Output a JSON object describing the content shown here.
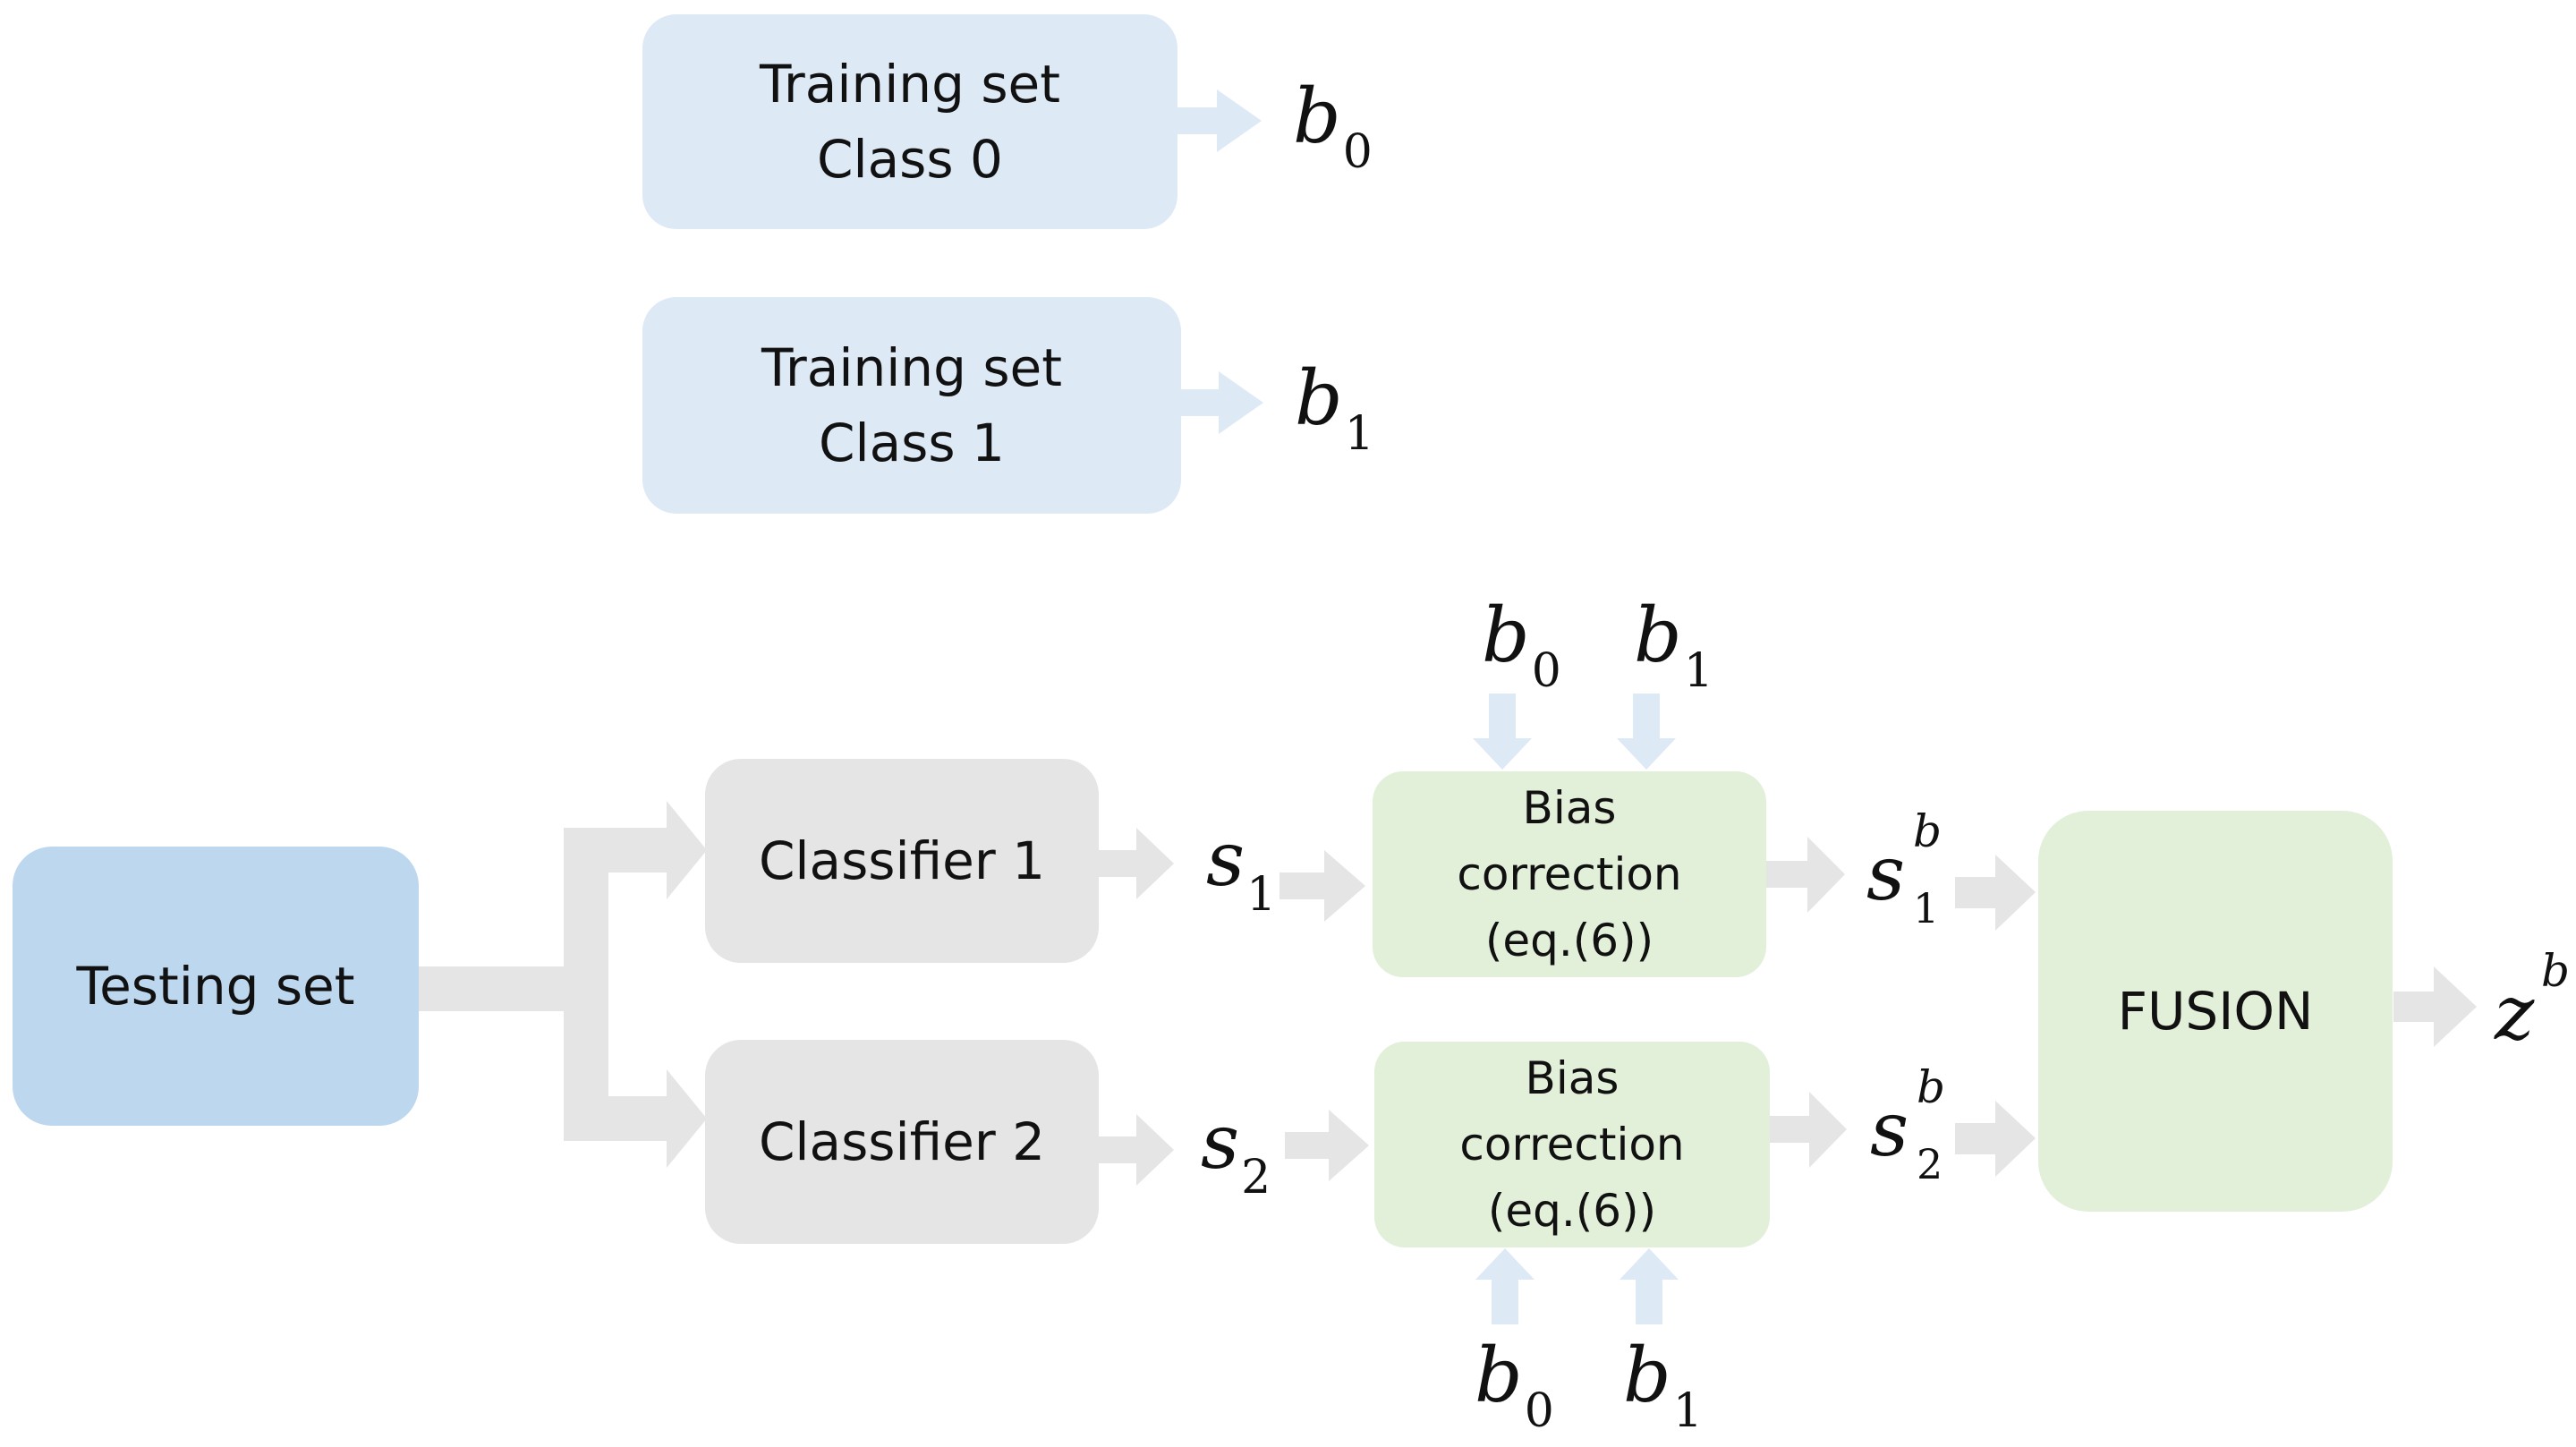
{
  "colors": {
    "training_box": "#dde9f5",
    "testing_box": "#bdd7ee",
    "classifier_box": "#e5e5e5",
    "bias_box": "#e2efd9",
    "fusion_box": "#e2efd9",
    "arrow_blue": "#dde9f5",
    "arrow_gray": "#e5e5e5"
  },
  "training": [
    {
      "line1": "Training set",
      "line2": "Class 0",
      "output": "b",
      "output_sub": "0"
    },
    {
      "line1": "Training set",
      "line2": "Class 1",
      "output": "b",
      "output_sub": "1"
    }
  ],
  "testing": {
    "label": "Testing set"
  },
  "classifiers": [
    {
      "label": "Classifier 1",
      "output": "s",
      "output_sub": "1"
    },
    {
      "label": "Classifier 2",
      "output": "s",
      "output_sub": "2"
    }
  ],
  "bias": [
    {
      "line1": "Bias",
      "line2": "correction",
      "line3": "(eq.(6))",
      "inputs": [
        {
          "base": "b",
          "sub": "0"
        },
        {
          "base": "b",
          "sub": "1"
        }
      ],
      "output": "s",
      "output_sup": "b",
      "output_sub": "1"
    },
    {
      "line1": "Bias",
      "line2": "correction",
      "line3": "(eq.(6))",
      "inputs": [
        {
          "base": "b",
          "sub": "0"
        },
        {
          "base": "b",
          "sub": "1"
        }
      ],
      "output": "s",
      "output_sup": "b",
      "output_sub": "2"
    }
  ],
  "fusion": {
    "label": "FUSION",
    "output": "z",
    "output_sup": "b"
  }
}
